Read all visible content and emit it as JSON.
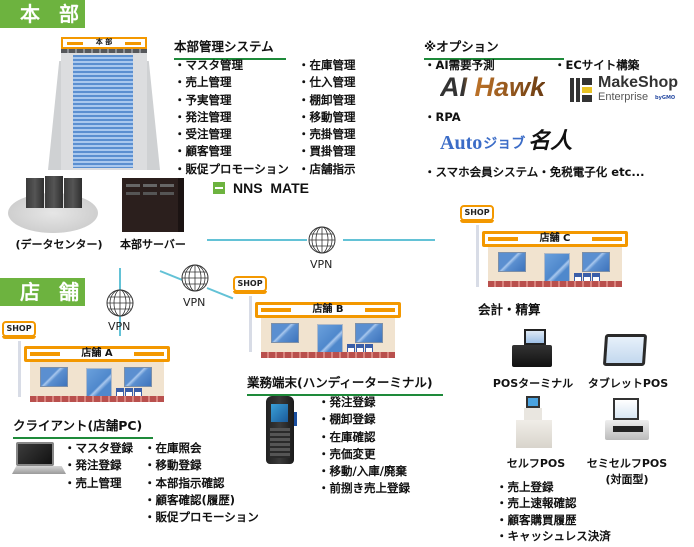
{
  "sections": {
    "headquarters_tag": "本 部",
    "store_tag": "店 舗"
  },
  "headquarters": {
    "building_sign": "本 部",
    "system": {
      "heading": "本部管理システム",
      "col1": [
        "マスタ管理",
        "売上管理",
        "予実管理",
        "発注管理",
        "受注管理",
        "顧客管理",
        "販促プロモーション"
      ],
      "col2": [
        "在庫管理",
        "仕入管理",
        "棚卸管理",
        "移動管理",
        "売掛管理",
        "買掛管理",
        "店舗指示"
      ]
    },
    "product_logo": "NNS  MATE",
    "datacenter_label": "(データセンター)",
    "server_label": "本部サーバー"
  },
  "options": {
    "heading": "※オプション",
    "items": [
      {
        "label": "AI需要予測",
        "logo": "AI Hawk"
      },
      {
        "label": "ECサイト構築",
        "logo_main": "MakeShop",
        "logo_sub": "Enterprise",
        "logo_by": "byGMO"
      },
      {
        "label": "RPA",
        "logo_a": "Auto",
        "logo_b": "ジョブ",
        "logo_c": "名人"
      }
    ],
    "footer": "スマホ会員システム・免税電子化 etc..."
  },
  "network": {
    "vpn_label": "VPN",
    "shop_sign": "SHOP"
  },
  "stores": {
    "a": {
      "name": "店舗 A",
      "heading": "クライアント(店舗PC)",
      "col1": [
        "マスタ登録",
        "発注登録",
        "売上管理"
      ],
      "col2": [
        "在庫照会",
        "移動登録",
        "本部指示確認",
        "顧客確認(履歴)",
        "販促プロモーション"
      ]
    },
    "b": {
      "name": "店舗 B",
      "heading": "業務端末(ハンディーターミナル)",
      "items": [
        "発注登録",
        "棚卸登録",
        "在庫確認",
        "売価変更",
        "移動/入庫/廃棄",
        "前捌き売上登録"
      ]
    },
    "c": {
      "name": "店舗 C",
      "heading": "会計・精算",
      "devices": [
        "POSターミナル",
        "タブレットPOS",
        "セルフPOS",
        "セミセルフPOS",
        "(対面型)"
      ],
      "items": [
        "売上登録",
        "売上速報確認",
        "顧客購買履歴",
        "キャッシュレス決済"
      ]
    }
  },
  "colors": {
    "section_green": "#6db33f",
    "heading_underline": "#1e8a3a",
    "shop_orange": "#f39800",
    "vpn_line": "#63c2d6"
  }
}
